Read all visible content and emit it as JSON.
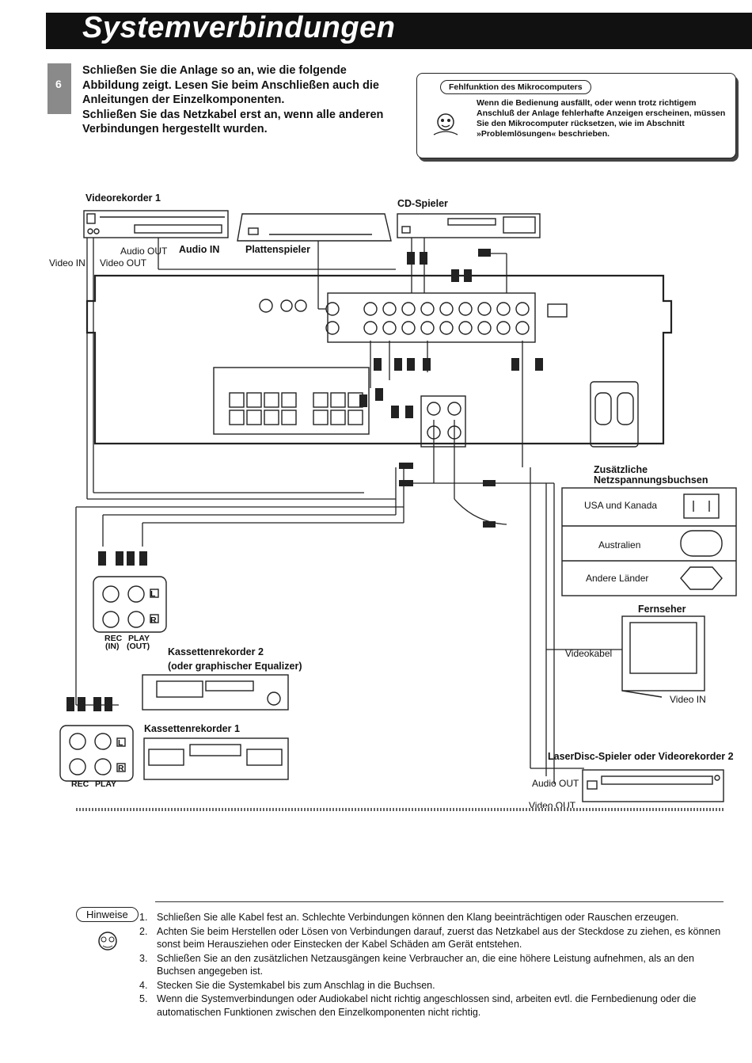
{
  "page": {
    "title": "Systemverbindungen",
    "section_number": "6"
  },
  "intro": {
    "paragraph1": "Schließen Sie die Anlage so an, wie die folgende Abbildung zeigt. Lesen Sie beim Anschließen auch die Anleitungen der Einzelkomponenten.",
    "paragraph2": "Schließen Sie das Netzkabel erst an, wenn alle anderen Verbindungen hergestellt wurden."
  },
  "warning": {
    "heading": "Fehlfunktion des Mikrocomputers",
    "body": "Wenn die Bedienung ausfällt, oder wenn trotz richtigem Anschluß der Anlage fehlerhafte Anzeigen erscheinen, müssen Sie den Mikrocomputer rücksetzen, wie im Abschnitt »Problemlösungen« beschrieben.",
    "icon": "help-character-icon"
  },
  "diagram": {
    "vcr1": "Videorekorder 1",
    "cd_player": "CD-Spieler",
    "turntable": "Plattenspieler",
    "audio_in": "Audio IN",
    "audio_out": "Audio OUT",
    "video_out": "Video OUT",
    "video_in": "Video IN",
    "outlets_title_1": "Zusätzliche",
    "outlets_title_2": "Netzspannungsbuchsen",
    "outlet_us": "USA und Kanada",
    "outlet_au": "Australien",
    "outlet_other": "Andere Länder",
    "tv": "Fernseher",
    "video_cable": "Videokabel",
    "tv_video_in": "Video IN",
    "ld_player": "LaserDisc-Spieler oder Videorekorder 2",
    "ld_audio_out": "Audio OUT",
    "ld_video_out": "Video OUT",
    "tape2_title_1": "Kassettenrekorder 2",
    "tape2_title_2": "(oder graphischer Equalizer)",
    "tape1_title": "Kassettenrekorder 1",
    "rec_in_1": "REC",
    "rec_in_2": "(IN)",
    "play_out_1": "PLAY",
    "play_out_2": "(OUT)",
    "rec": "REC",
    "play": "PLAY",
    "ch_l": "L",
    "ch_r": "R"
  },
  "notes": {
    "label": "Hinweise",
    "items": [
      {
        "num": "1.",
        "text": "Schließen Sie alle Kabel fest an. Schlechte Verbindungen können den Klang beeinträchtigen oder Rauschen erzeugen."
      },
      {
        "num": "2.",
        "text": "Achten Sie beim Herstellen oder Lösen von Verbindungen darauf, zuerst das Netzkabel aus der Steckdose zu ziehen, es können sonst beim Herausziehen oder Einstecken der Kabel Schäden am Gerät entstehen."
      },
      {
        "num": "3.",
        "text": "Schließen Sie an den zusätzlichen Netzausgängen keine Verbraucher an, die eine höhere Leistung aufnehmen, als an den Buchsen angegeben ist."
      },
      {
        "num": "4.",
        "text": "Stecken Sie die Systemkabel bis zum Anschlag in die Buchsen."
      },
      {
        "num": "5.",
        "text": "Wenn die Systemverbindungen oder Audiokabel nicht richtig angeschlossen sind, arbeiten evtl. die Fernbedienung oder die automatischen Funktionen zwischen den Einzelkomponenten nicht richtig."
      }
    ]
  }
}
